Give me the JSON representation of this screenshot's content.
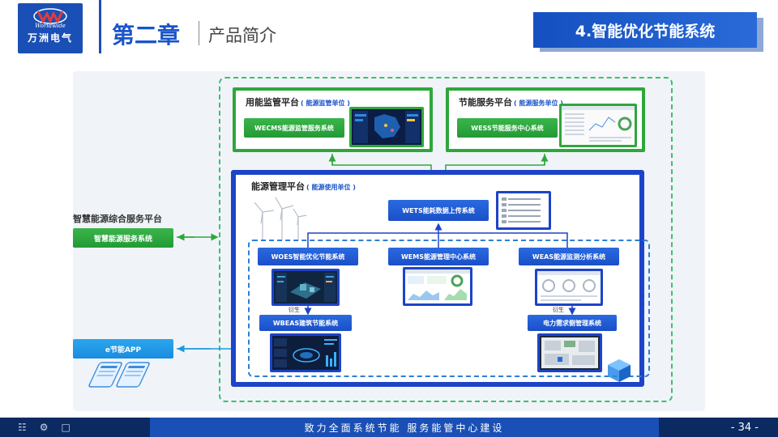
{
  "header": {
    "logo_en": "Worldwide",
    "logo_cn": "万洲电气",
    "chapter": "第二章",
    "subtitle": "产品简介",
    "section": "4.智能优化节能系统"
  },
  "diagram": {
    "monitor_platform": {
      "title": "用能监管平台",
      "sub": "( 能源监管单位 )",
      "system": "WECMS能源监管服务系统"
    },
    "service_platform": {
      "title": "节能服务平台",
      "sub": "( 能源服务单位 )",
      "system": "WESS节能服务中心系统"
    },
    "energy_platform": {
      "title": "能源管理平台",
      "sub": "( 能源使用单位 )"
    },
    "wets": "WETS能耗数据上传系统",
    "woes": "WOES智能优化节能系统",
    "wems": "WEMS能源管理中心系统",
    "weas": "WEAS能源监测分析系统",
    "wbeas": "WBEAS建筑节能系统",
    "demand": "电力需求侧管理系统",
    "derive_left": "衍生",
    "derive_right": "衍生",
    "smart_platform": "智慧能源综合服务平台",
    "smart_system": "智慧能源服务系统",
    "app": "e节能APP"
  },
  "footer": {
    "slogan": "致力全面系统节能   服务能管中心建设",
    "page": "- 34 -"
  },
  "colors": {
    "brand_blue": "#1a4fb5",
    "green": "#2fa63d",
    "dark_blue": "#1d44c8",
    "footer_dark": "#0c2a62"
  }
}
